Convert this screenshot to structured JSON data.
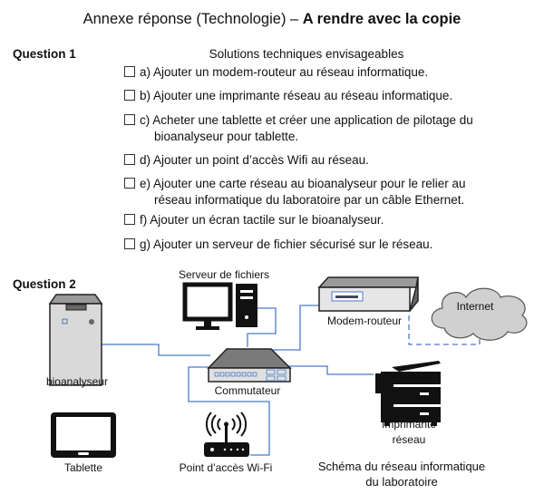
{
  "header": {
    "title_normal": "Annexe réponse (Technologie) – ",
    "title_bold": "A rendre avec la copie"
  },
  "question1": {
    "label": "Question 1",
    "heading": "Solutions techniques envisageables",
    "options": [
      {
        "line1": "a) Ajouter un modem-routeur au réseau informatique.",
        "line2": "",
        "checked": false
      },
      {
        "line1": "b) Ajouter une imprimante réseau au réseau informatique.",
        "line2": "",
        "checked": false
      },
      {
        "line1": "c) Acheter une tablette et créer une application de pilotage du",
        "line2": "bioanalyseur pour tablette.",
        "checked": false
      },
      {
        "line1": "d) Ajouter un point d’accès Wifi au réseau.",
        "line2": "",
        "checked": false
      },
      {
        "line1": "e) Ajouter une carte réseau au bioanalyseur pour le relier au",
        "line2": "réseau informatique du laboratoire par un câble Ethernet.",
        "checked": false
      },
      {
        "line1": "f) Ajouter un écran tactile sur le bioanalyseur.",
        "line2": "",
        "checked": false
      },
      {
        "line1": "g) Ajouter un serveur de fichier sécurisé sur le réseau.",
        "line2": "",
        "checked": false
      }
    ]
  },
  "question2": {
    "label": "Question 2",
    "devices": {
      "server": "Serveur de fichiers",
      "modem": "Modem-routeur",
      "internet": "Internet",
      "bioanalyser": "bioanalyseur",
      "switch": "Commutateur",
      "printer_line1": "Imprimante",
      "printer_line2": "réseau",
      "tablet": "Tablette",
      "wifi": "Point d’accès Wi-Fi"
    },
    "caption_line1": "Schéma du réseau informatique",
    "caption_line2": "du laboratoire",
    "colors": {
      "cable": "#4a7bc8",
      "device_fill": "#d9d9d9",
      "outline": "#222222"
    }
  }
}
